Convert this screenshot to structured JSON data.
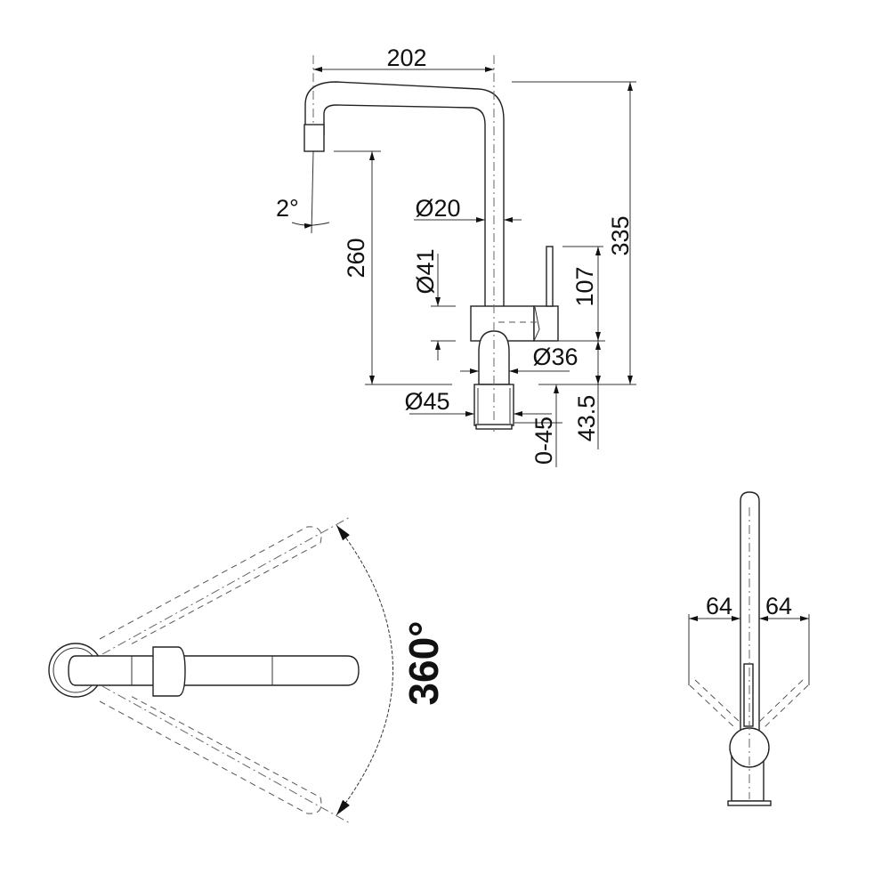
{
  "side_view": {
    "width": "202",
    "height_total": "335",
    "spout_height": "260",
    "spout_angle": "2°",
    "spout_diameter": "Ø20",
    "body_diameter": "Ø41",
    "neck_diameter": "Ø36",
    "base_diameter": "Ø45",
    "lever_height": "107",
    "base_height": "43.5",
    "counter_thickness": "0-45"
  },
  "top_view": {
    "swivel_angle": "360°"
  },
  "front_view": {
    "lever_left": "64",
    "lever_right": "64"
  },
  "colors": {
    "line": "#222222",
    "background": "#ffffff"
  }
}
